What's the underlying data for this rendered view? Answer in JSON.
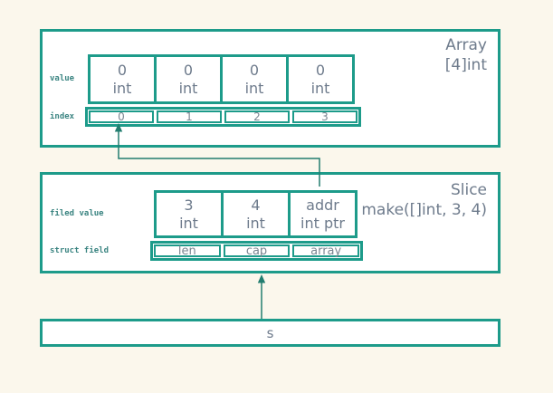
{
  "colors": {
    "accent_teal": "#1d9b8a",
    "arrow_teal": "#227d6f",
    "cell_text": "#6e7b8c",
    "label_text": "#3a8481",
    "page_background": "#fbf7ec",
    "box_background": "#ffffff"
  },
  "array_box": {
    "title_line1": "Array",
    "title_line2": "[4]int",
    "value_label": "value",
    "index_label": "index",
    "cells": [
      {
        "value": "0",
        "type": "int"
      },
      {
        "value": "0",
        "type": "int"
      },
      {
        "value": "0",
        "type": "int"
      },
      {
        "value": "0",
        "type": "int"
      }
    ],
    "indices": [
      "0",
      "1",
      "2",
      "3"
    ]
  },
  "slice_box": {
    "title_line1": "Slice",
    "title_line2": "make([]int, 3, 4)",
    "field_value_label": "filed value",
    "struct_field_label": "struct field",
    "cells": [
      {
        "value": "3",
        "type": "int"
      },
      {
        "value": "4",
        "type": "int"
      },
      {
        "value": "addr",
        "type": "int ptr"
      }
    ],
    "struct_fields": [
      "len",
      "cap",
      "array"
    ]
  },
  "s_box": {
    "label": "s"
  }
}
